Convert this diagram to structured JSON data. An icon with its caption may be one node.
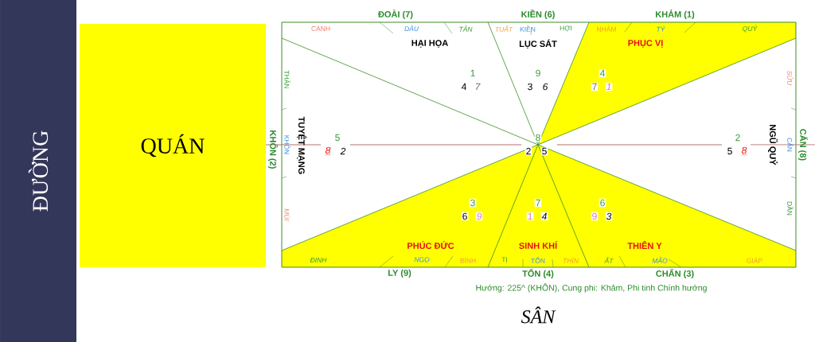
{
  "diagram": {
    "nodes": [
      {
        "text": [
          "ĐƯỜNG"
        ]
      },
      {
        "text": [
          "QUÁN"
        ]
      }
    ],
    "labels": [
      "ĐOÀI (7)",
      "KIỀN (6)",
      "KHẢM (1)",
      "CANH",
      "DẬU",
      "TÂN",
      "TUẤT",
      "KIỀN",
      "HỢI",
      "NHÂM",
      "TÝ",
      "QUÝ",
      "HẠI HỌA",
      "LỤC SÁT",
      "PHỤC VỊ",
      "1",
      "9",
      "4",
      "4",
      "7",
      "3",
      "6",
      "7",
      "1",
      "THÂN",
      "SỬU",
      "5",
      "8",
      "2",
      "KHÔN (2)",
      "KHÔN",
      "TUYỆT MẠNG",
      "8",
      "2",
      "2",
      "5",
      "5",
      "8",
      "NGŨ QUỶ",
      "CẤN",
      "CẤN (8)",
      "3",
      "7",
      "6",
      "6",
      "9",
      "1",
      "4",
      "9",
      "3",
      "MÙI",
      "DẦN",
      "PHÚC ĐỨC",
      "SINH KHÍ",
      "THIÊN Y",
      "ĐINH",
      "NGỌ",
      "BÍNH",
      "TỊ",
      "TỐN",
      "THÌN",
      "ẤT",
      "MÃO",
      "GIÁP",
      "LY (9)",
      "TỐN (4)",
      "CHẤN (3)",
      "Hướng: 225^ (KHÔN), Cung phi: Khảm, Phi tinh Chính hướng",
      "SÂN"
    ]
  }
}
